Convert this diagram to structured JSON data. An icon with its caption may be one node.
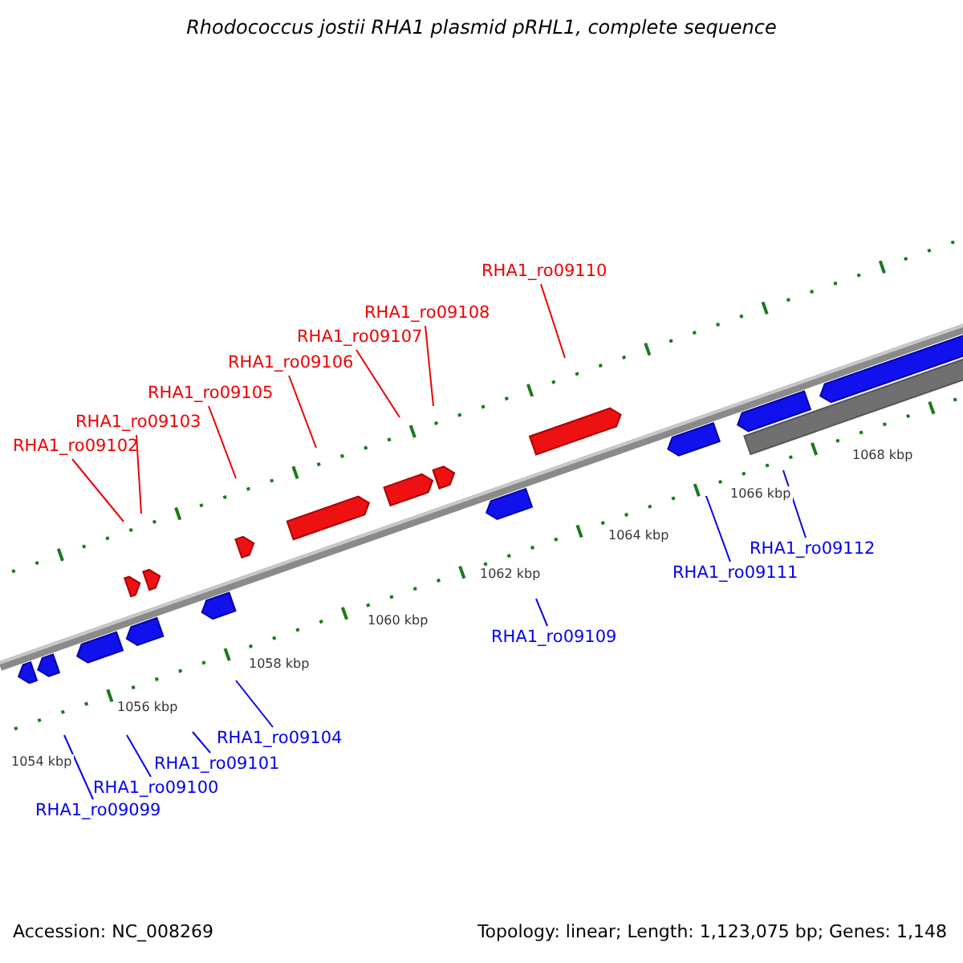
{
  "diagram": {
    "title": "Rhodococcus jostii RHA1 plasmid pRHL1, complete sequence",
    "nodes": [
      {
        "text": [
          "RHA1_ro09099"
        ]
      },
      {
        "text": [
          "RHA1_ro09100"
        ]
      },
      {
        "text": [
          "RHA1_ro09101"
        ]
      },
      {
        "text": [
          "RHA1_ro09102"
        ]
      },
      {
        "text": [
          "RHA1_ro09103"
        ]
      },
      {
        "text": [
          "RHA1_ro09104"
        ]
      },
      {
        "text": [
          "RHA1_ro09105"
        ]
      },
      {
        "text": [
          "RHA1_ro09106"
        ]
      },
      {
        "text": [
          "RHA1_ro09107"
        ]
      },
      {
        "text": [
          "RHA1_ro09108"
        ]
      },
      {
        "text": [
          "RHA1_ro09109"
        ]
      },
      {
        "text": [
          "RHA1_ro09110"
        ]
      },
      {
        "text": [
          "RHA1_ro09111"
        ]
      },
      {
        "text": [
          "RHA1_ro09112"
        ]
      }
    ],
    "edges": [
      {
        "from": 0,
        "to": null,
        "arrow": "none",
        "color": "#0000ee"
      },
      {
        "from": 1,
        "to": null,
        "arrow": "none",
        "color": "#0000ee"
      },
      {
        "from": 2,
        "to": null,
        "arrow": "none",
        "color": "#0000ee"
      },
      {
        "from": 3,
        "to": null,
        "arrow": "none",
        "color": "#ee0000"
      },
      {
        "from": 4,
        "to": null,
        "arrow": "none",
        "color": "#ee0000"
      },
      {
        "from": 5,
        "to": null,
        "arrow": "none",
        "color": "#0000ee"
      },
      {
        "from": 6,
        "to": null,
        "arrow": "none",
        "color": "#ee0000"
      },
      {
        "from": 7,
        "to": null,
        "arrow": "none",
        "color": "#ee0000"
      },
      {
        "from": 8,
        "to": null,
        "arrow": "none",
        "color": "#ee0000"
      },
      {
        "from": 9,
        "to": null,
        "arrow": "none",
        "color": "#ee0000"
      },
      {
        "from": 10,
        "to": null,
        "arrow": "none",
        "color": "#0000ee"
      },
      {
        "from": 11,
        "to": null,
        "arrow": "none",
        "color": "#ee0000"
      },
      {
        "from": 12,
        "to": null,
        "arrow": "none",
        "color": "#0000ee"
      },
      {
        "from": 13,
        "to": null,
        "arrow": "none",
        "color": "#0000ee"
      }
    ],
    "labels": [
      "1054 kbp",
      "1056 kbp",
      "1058 kbp",
      "1060 kbp",
      "1062 kbp",
      "1064 kbp",
      "1066 kbp",
      "1068 kbp",
      "Accession: NC_008269",
      "Topology: linear; Length: 1,123,075 bp; Genes: 1,148"
    ]
  }
}
